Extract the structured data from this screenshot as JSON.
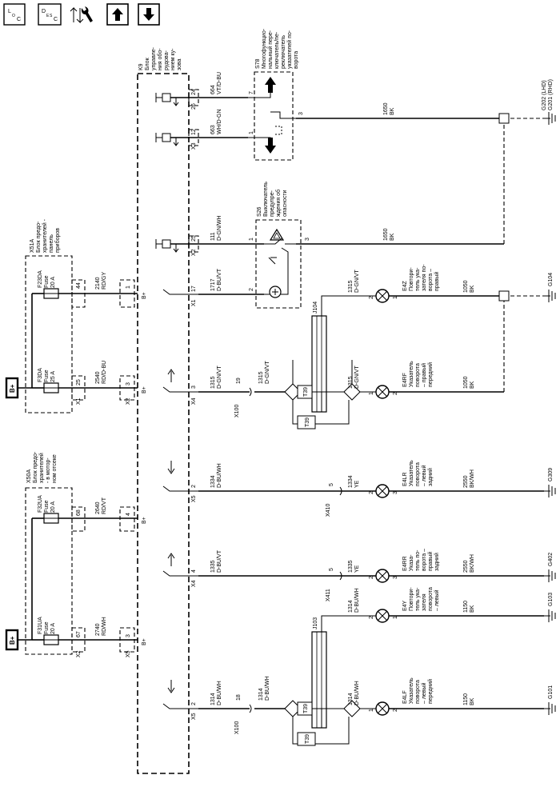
{
  "toolbar": {
    "icons": [
      {
        "name": "loc-icon",
        "label": "LOC"
      },
      {
        "name": "desc-icon",
        "label": "DESC"
      },
      {
        "name": "wrench-arrows-icon"
      },
      {
        "name": "arrow-up-icon"
      },
      {
        "name": "arrow-down-icon"
      }
    ]
  },
  "battery_label": "B+",
  "modules": {
    "x51a": [
      "X51A",
      "Блок предо-",
      "хранителей -",
      "панель",
      "приборов"
    ],
    "x50a": [
      "X50A",
      "Блок предо-",
      "хранителей",
      "- в мотор-",
      "ном отсеке"
    ],
    "k9": [
      "K9",
      "Блок",
      "управле-",
      "ния обо-",
      "рудова-",
      "нием ку-",
      "зова"
    ],
    "s78": [
      "S78",
      "Многофункцио-",
      "нальный пере-",
      "ключатель/пе-",
      "реключатель",
      "указателей по-",
      "ворота"
    ],
    "s26": [
      "S26",
      "Выключатель",
      "предупре-",
      "ждения об",
      "опасности"
    ]
  },
  "fuses": [
    {
      "id": "F23DA",
      "rating": "20 A",
      "word": "Fuse"
    },
    {
      "id": "F3DA",
      "rating": "25 A",
      "word": "Fuse"
    },
    {
      "id": "F32UA",
      "rating": "20 A",
      "word": "Fuse"
    },
    {
      "id": "F31UA",
      "rating": "20 A",
      "word": "Fuse"
    }
  ],
  "wires": [
    {
      "circuit": "2140",
      "color": "RD/GY"
    },
    {
      "circuit": "2540",
      "color": "RD/D-BU"
    },
    {
      "circuit": "2640",
      "color": "RD/VT"
    },
    {
      "circuit": "2740",
      "color": "RD/WH"
    },
    {
      "circuit": "664",
      "color": "VT/D-BU"
    },
    {
      "circuit": "663",
      "color": "WH/D-GN"
    },
    {
      "circuit": "111",
      "color": "D-GN/WH"
    },
    {
      "circuit": "1717",
      "color": "D-BU/VT"
    },
    {
      "circuit": "1650",
      "color": "BK"
    },
    {
      "circuit": "1315",
      "color": "D-GN/VT"
    },
    {
      "circuit": "1334",
      "color": "D-BU/WH"
    },
    {
      "circuit": "1335",
      "color": "D-BU/VT"
    },
    {
      "circuit": "1314",
      "color": "D-BU/WH"
    },
    {
      "circuit": "1050",
      "color": "BK"
    },
    {
      "circuit": "2550",
      "color": "BK/WH"
    },
    {
      "circuit": "1150",
      "color": "BK"
    },
    {
      "circuit": "1334",
      "color": "YE"
    },
    {
      "circuit": "1335",
      "color": "YE"
    }
  ],
  "lamps": {
    "e4z": [
      "E4Z",
      "Повтори-",
      "тель ука-",
      "зателя по-",
      "ворота –",
      "правый"
    ],
    "e4rf": [
      "E4RF",
      "Указатель",
      "поворота",
      "– правый",
      "передний"
    ],
    "e4lr": [
      "E4LR",
      "Указатель",
      "поворота",
      "– левый",
      "задний"
    ],
    "e4rr": [
      "E4RR",
      "Указа-",
      "тель по-",
      "ворота –",
      "правый",
      "задний"
    ],
    "e4y": [
      "E4Y",
      "Повтори-",
      "тель ука-",
      "зателя",
      "поворота",
      "– левый"
    ],
    "e4lf": [
      "E4LF",
      "Указатель",
      "поворота",
      "– левый",
      "передний"
    ]
  },
  "grounds": [
    "G202 (LHD)",
    "G201 (RHD)",
    "G104",
    "G309",
    "G402",
    "G103",
    "G101"
  ],
  "connectors": [
    "X1",
    "X2",
    "X3",
    "X4",
    "X5",
    "X100",
    "X410",
    "X411",
    "J103",
    "J104"
  ],
  "splice_label": "T39",
  "pins": [
    "1",
    "2",
    "3",
    "4",
    "5",
    "7",
    "12",
    "17",
    "18",
    "19",
    "24",
    "25",
    "26",
    "44",
    "67",
    "68"
  ]
}
